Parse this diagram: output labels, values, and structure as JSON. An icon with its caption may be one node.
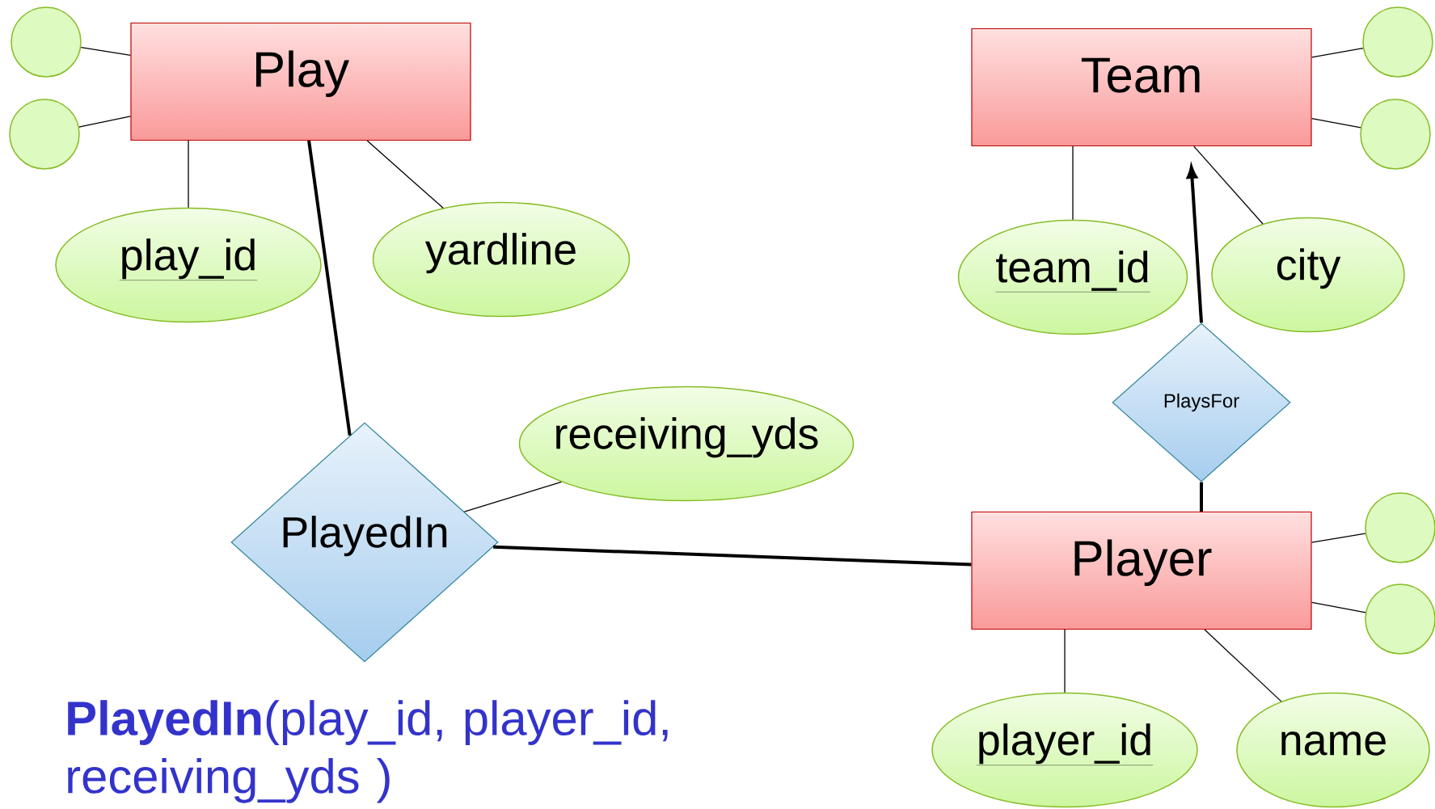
{
  "diagram": {
    "nodes": [
      {
        "text": [
          "Play"
        ]
      },
      {
        "text": [],
        "shape": "circle"
      },
      {
        "text": [],
        "shape": "circle"
      },
      {
        "text": [
          "play_id"
        ]
      },
      {
        "text": [
          "yardline"
        ]
      },
      {
        "text": [
          "Team"
        ]
      },
      {
        "text": [],
        "shape": "circle"
      },
      {
        "text": [],
        "shape": "circle"
      },
      {
        "text": [
          "team_id"
        ]
      },
      {
        "text": [
          "city"
        ]
      },
      {
        "text": [
          "PlaysFor"
        ]
      },
      {
        "text": [
          "receiving_yds"
        ]
      },
      {
        "text": [
          "PlayedIn"
        ]
      },
      {
        "text": [
          "Player"
        ]
      },
      {
        "text": [],
        "shape": "circle"
      },
      {
        "text": [],
        "shape": "circle"
      },
      {
        "text": [
          "player_id"
        ]
      },
      {
        "text": [
          "name"
        ]
      }
    ],
    "edges": [
      {
        "from": 1,
        "to": 0,
        "arrow": "none"
      },
      {
        "from": 2,
        "to": 0,
        "arrow": "none"
      },
      {
        "from": 3,
        "to": 0,
        "arrow": "none"
      },
      {
        "from": 4,
        "to": 0,
        "arrow": "none"
      },
      {
        "from": 6,
        "to": 5,
        "arrow": "none"
      },
      {
        "from": 7,
        "to": 5,
        "arrow": "none"
      },
      {
        "from": 8,
        "to": 5,
        "arrow": "none"
      },
      {
        "from": 9,
        "to": 5,
        "arrow": "none"
      },
      {
        "from": 10,
        "to": 5,
        "arrow": "to",
        "style": "thick"
      },
      {
        "from": 13,
        "to": 10,
        "arrow": "none",
        "style": "thick"
      },
      {
        "from": 11,
        "to": 12,
        "arrow": "none"
      },
      {
        "from": 12,
        "to": 0,
        "arrow": "none",
        "style": "thick"
      },
      {
        "from": 12,
        "to": 13,
        "arrow": "none",
        "style": "thick"
      },
      {
        "from": 14,
        "to": 13,
        "arrow": "none"
      },
      {
        "from": 15,
        "to": 13,
        "arrow": "none"
      },
      {
        "from": 16,
        "to": 13,
        "arrow": "none"
      },
      {
        "from": 17,
        "to": 13,
        "arrow": "none"
      }
    ],
    "labels": [
      "**PlayedIn**(play_id, player_id, receiving_yds )"
    ]
  }
}
